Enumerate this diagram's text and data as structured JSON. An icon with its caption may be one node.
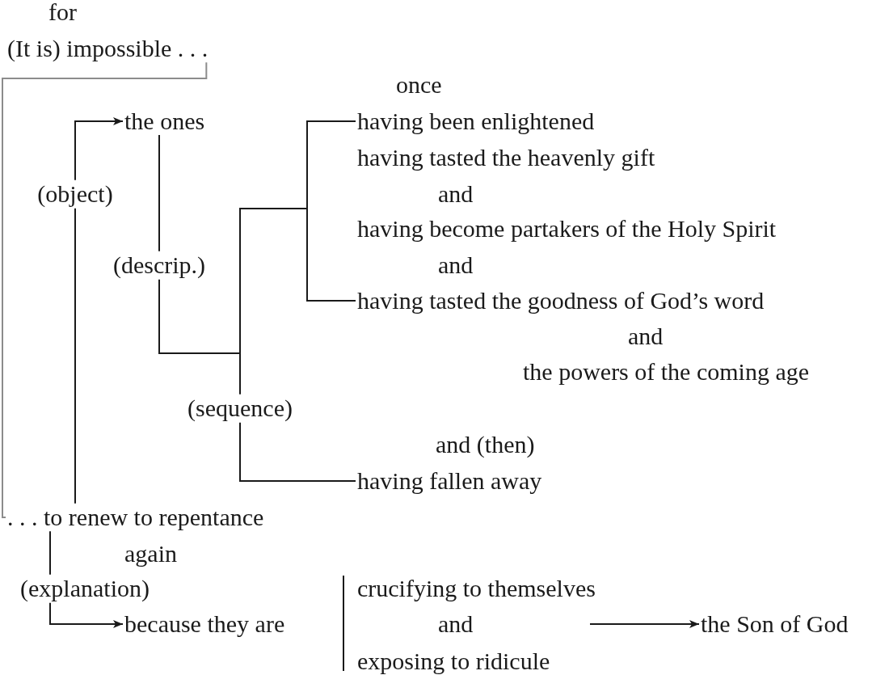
{
  "diagram": {
    "nodes": [
      {
        "text": [
          "(It is) impossible . . ."
        ]
      },
      {
        "text": [
          "the ones"
        ]
      },
      {
        "text": [
          "having been enlightened"
        ]
      },
      {
        "text": [
          "having tasted the heavenly gift"
        ]
      },
      {
        "text": [
          "having become partakers of the Holy Spirit"
        ]
      },
      {
        "text": [
          "having tasted the goodness of God’s word"
        ]
      },
      {
        "text": [
          "the powers of the coming age"
        ]
      },
      {
        "text": [
          "having fallen away"
        ]
      },
      {
        "text": [
          ". . . to renew to repentance"
        ]
      },
      {
        "text": [
          "because they are"
        ]
      },
      {
        "text": [
          "crucifying to themselves"
        ]
      },
      {
        "text": [
          "exposing to ridicule"
        ]
      },
      {
        "text": [
          "the Son of God"
        ]
      }
    ],
    "edges": [
      {
        "from": 0,
        "to": 8,
        "arrow": "none",
        "color": "#8c8c8c"
      },
      {
        "from": 8,
        "to": 1,
        "arrow": "to",
        "label": "(object)"
      },
      {
        "from": 1,
        "to": 2,
        "arrow": "none",
        "label": "(descrip.)"
      },
      {
        "from": 1,
        "to": 5,
        "arrow": "none"
      },
      {
        "from": 1,
        "to": 7,
        "arrow": "none",
        "label": "(sequence)"
      },
      {
        "from": 8,
        "to": 9,
        "arrow": "to",
        "label": "(explanation)"
      },
      {
        "from": null,
        "to": 12,
        "arrow": "to"
      }
    ],
    "labels": [
      "for",
      "once",
      "and",
      "and",
      "and",
      "and (then)",
      "again",
      "and"
    ]
  }
}
